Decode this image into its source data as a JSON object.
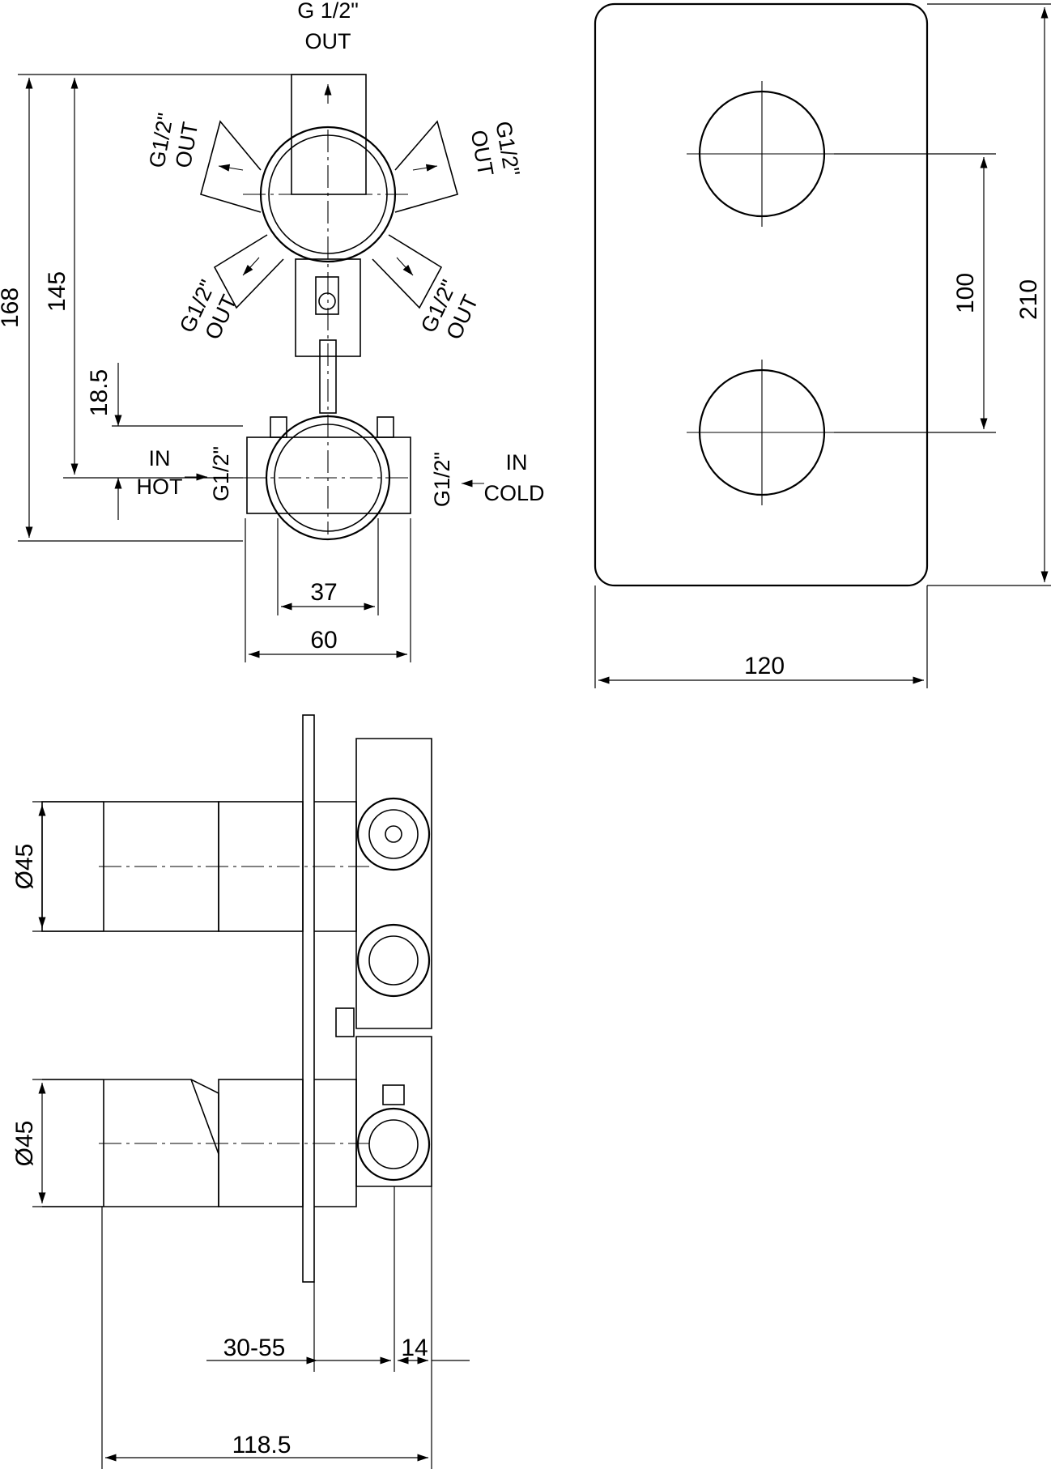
{
  "front_view": {
    "top_outlet": {
      "thread": "G 1/2\"",
      "label": "OUT"
    },
    "upper_left_outlet": {
      "thread": "G1/2\"",
      "label": "OUT"
    },
    "upper_right_outlet": {
      "thread": "G1/2\"",
      "label": "OUT"
    },
    "lower_left_outlet": {
      "thread": "G1/2\"",
      "label": "OUT"
    },
    "lower_right_outlet": {
      "thread": "G1/2\"",
      "label": "OUT"
    },
    "hot_inlet": {
      "label_in": "IN",
      "label_hot": "HOT",
      "thread": "G1/2\""
    },
    "cold_inlet": {
      "label_in": "IN",
      "label_cold": "COLD",
      "thread": "G1/2\""
    },
    "dimensions": {
      "overall_height": "168",
      "outlet_height": "145",
      "inlet_offset": "18.5",
      "body_diameter": "37",
      "body_width": "60"
    }
  },
  "plate_view": {
    "dimensions": {
      "width": "120",
      "height": "210",
      "knob_spacing": "100"
    }
  },
  "side_view": {
    "dimensions": {
      "upper_knob_diameter": "Ø45",
      "lower_knob_diameter": "Ø45",
      "wall_range": "30-55",
      "plate_offset": "14",
      "total_depth": "118.5"
    }
  }
}
